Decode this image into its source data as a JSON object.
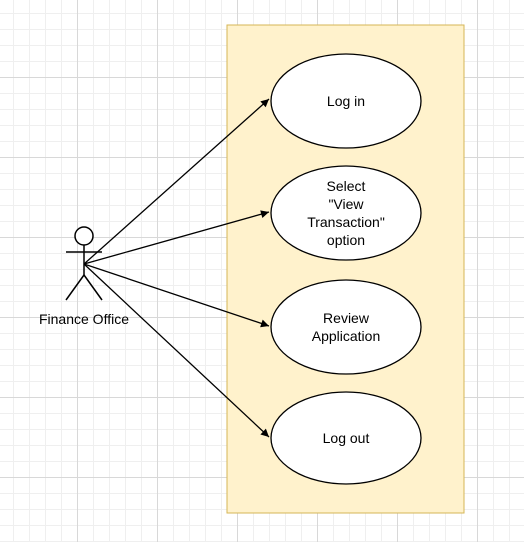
{
  "actor": {
    "name": "Finance Office"
  },
  "use_cases": [
    {
      "label": "Log in"
    },
    {
      "label": "Select\n\"View\nTransaction\"\noption"
    },
    {
      "label": "Review\nApplication"
    },
    {
      "label": "Log out"
    }
  ],
  "colors": {
    "system_fill": "#fff2cc",
    "system_border": "#d6b656",
    "line": "#000000",
    "shape_fill": "#ffffff"
  }
}
